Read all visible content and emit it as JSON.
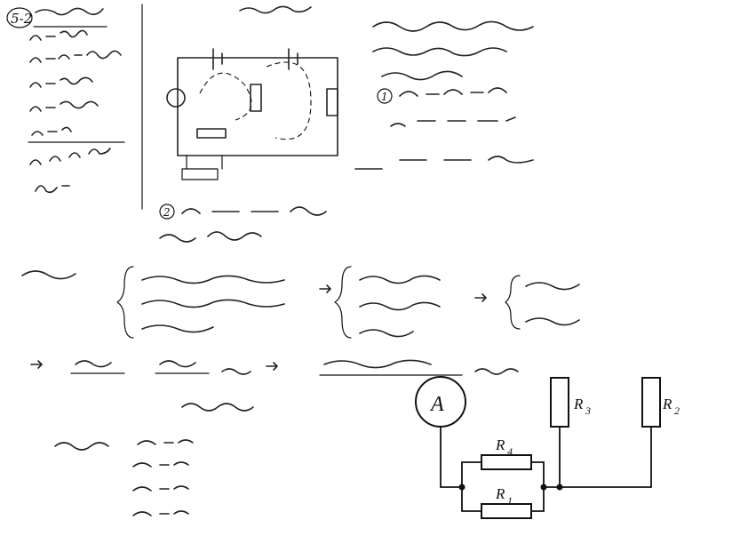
{
  "circuit": {
    "ammeter_label": "A",
    "r1_label": "R",
    "r1_sub": "1",
    "r2_label": "R",
    "r2_sub": "2",
    "r3_label": "R",
    "r3_sub": "3",
    "r4_label": "R",
    "r4_sub": "4"
  },
  "handwriting": {
    "problem_number": "5-2",
    "step1": "1",
    "step2": "2"
  }
}
